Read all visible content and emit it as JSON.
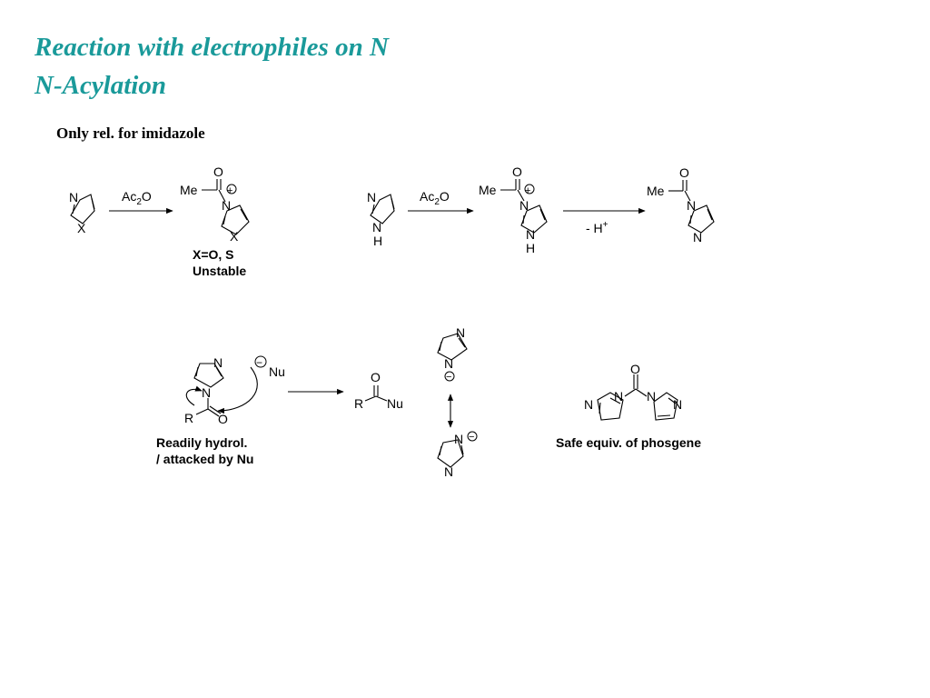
{
  "accent_color": "#1a9a9a",
  "slide": {
    "title_line1": "Reaction with electrophiles on N",
    "title_line2": "N-Acylation",
    "subtitle": "Only rel. for imidazole"
  },
  "scheme1": {
    "reagent_main": "Ac",
    "reagent_sub": "2",
    "reagent_tail": "O",
    "ring_n": "N",
    "ring_x": "X",
    "carbonyl_o": "O",
    "methyl": "Me",
    "charge": "+",
    "note_line1": "X=O, S",
    "note_line2": "Unstable"
  },
  "scheme2": {
    "reagent_main": "Ac",
    "reagent_sub": "2",
    "reagent_tail": "O",
    "n_top": "N",
    "n_bottom": "N",
    "h": "H",
    "methyl": "Me",
    "carbonyl_o": "O",
    "charge": "+",
    "loss_label": "- H",
    "loss_charge": "+"
  },
  "scheme3": {
    "n_top": "N",
    "n_mid": "N",
    "r_group": "R",
    "carbonyl_o": "O",
    "nucleophile": "Nu",
    "minus": "−",
    "product_r": "R",
    "product_o": "O",
    "product_nu": "Nu",
    "note_line1": "Readily hydrol.",
    "note_line2": "/ attacked by Nu"
  },
  "resonance": {
    "n_label": "N",
    "minus": "−"
  },
  "cdi": {
    "n_label": "N",
    "carbonyl_o": "O",
    "caption": "Safe equiv. of phosgene"
  }
}
